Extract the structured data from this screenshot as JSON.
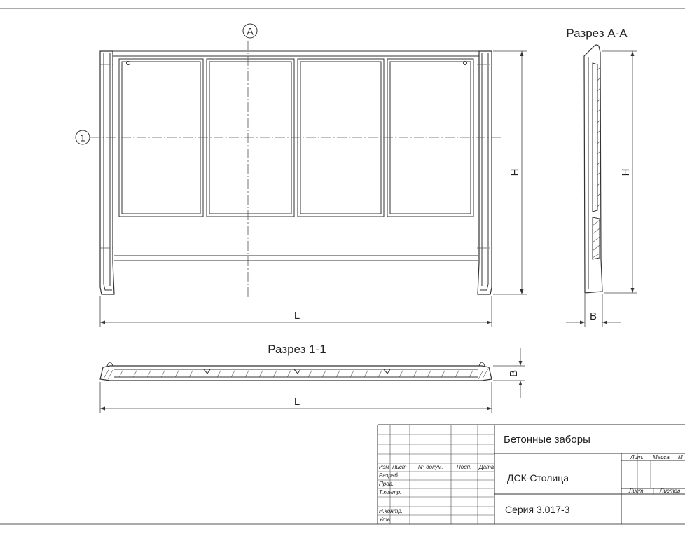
{
  "main_view": {
    "axis_a_label": "A",
    "axis_1_label": "1",
    "dim_height": "H",
    "dim_length": "L"
  },
  "section_aa": {
    "title": "Разрез А-А",
    "dim_height": "H",
    "dim_thickness": "B"
  },
  "section_11": {
    "title": "Разрез 1-1",
    "dim_thickness": "B",
    "dim_length": "L"
  },
  "title_block": {
    "title": "Бетонные заборы",
    "organization": "ДСК-Столица",
    "series": "Серия 3.017-3",
    "header_cells": [
      "Изм",
      "Лист",
      "N° докум.",
      "Подп.",
      "Дата"
    ],
    "row_labels": [
      "Разраб.",
      "Пров.",
      "Т.контр.",
      "Н.контр.",
      "Утв."
    ],
    "lit_label": "Лит.",
    "mass_label": "Масса",
    "scale_label": "М",
    "sheet_label": "Лист",
    "sheets_label": "Листов"
  }
}
